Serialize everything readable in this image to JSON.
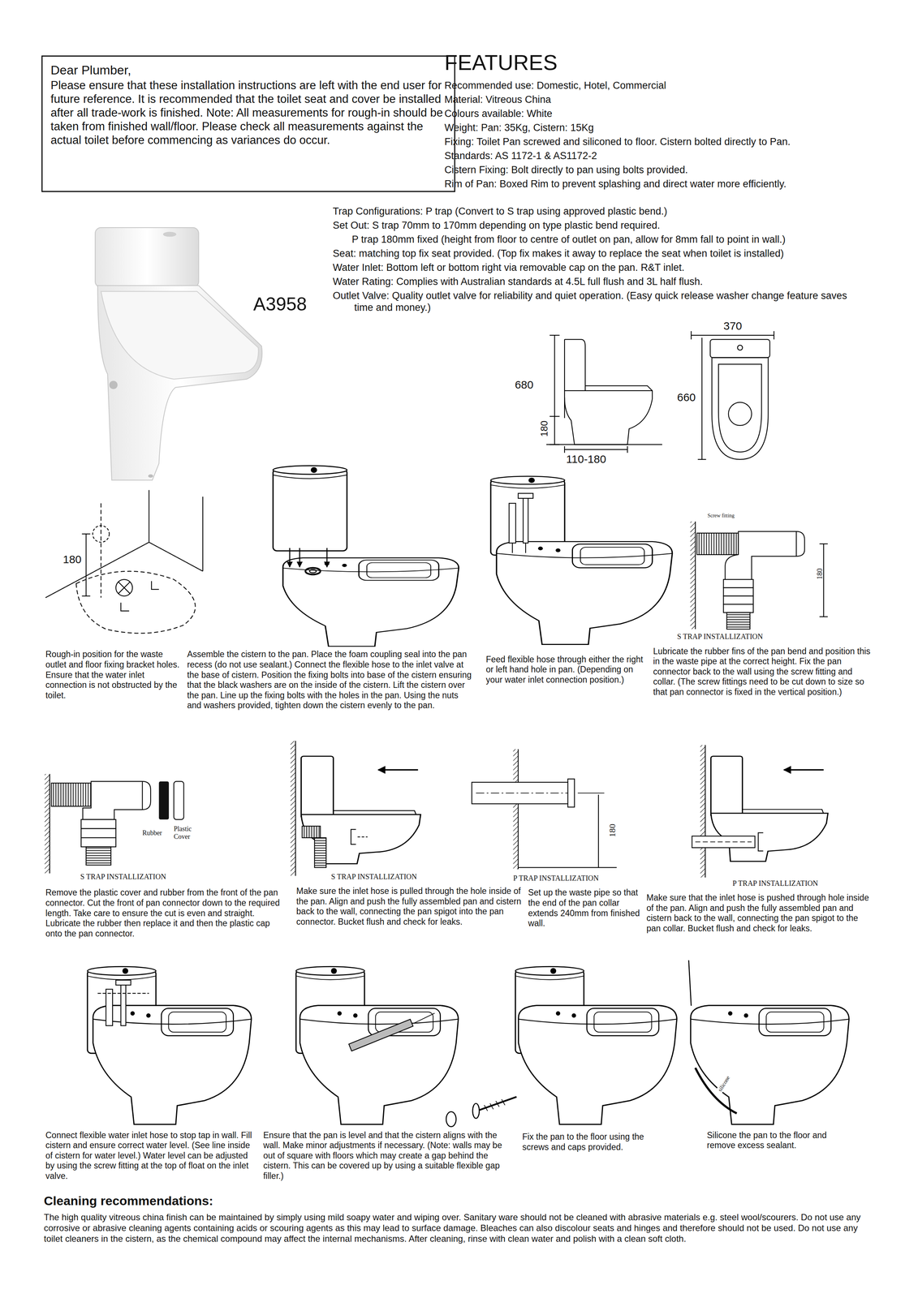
{
  "diagram": {
    "nodes": [
      {
        "text": [
          "Dear Plumber,",
          "Please ensure that these installation instructions are left with the end user for future reference. It is recommended that the toilet seat and cover be installed after all trade-work is finished. Note: All measurements for rough-in should be taken from finished wall/floor. Please check all measurements against the actual toilet before commencing as variances do occur."
        ]
      }
    ],
    "labels": [
      "FEATURES",
      "Recommended use: Domestic, Hotel, Commercial",
      "Material: Vitreous China",
      "Colours available: White",
      "Weight: Pan: 35Kg, Cistern: 15Kg",
      "Fixing: Toilet Pan screwed and siliconed to floor. Cistern bolted directly to Pan.",
      "Standards: AS 1172-1 & AS1172-2",
      "Cistern Fixing: Bolt directly to pan using bolts provided.",
      "Rim of Pan: Boxed Rim to prevent splashing and direct water more efficiently.",
      "Trap Configurations: P trap (Convert to S trap using approved plastic bend.)",
      "Set Out: S trap 70mm to 170mm depending on type plastic bend required.",
      "P trap 180mm fixed (height from floor to centre of outlet on pan, allow for 8mm fall to point in wall.)",
      "Seat: matching top fix seat provided. (Top fix makes it away to replace the seat when toilet is installed)",
      "Water Inlet: Bottom left or bottom right via removable cap on the pan. R&T inlet.",
      "Water Rating: Complies with Australian standards at 4.5L full flush and 3L half flush.",
      "Outlet Valve: Quality outlet valve for reliability and quiet operation. (Easy quick release washer change feature saves time and money.)",
      "A3958",
      "370",
      "680",
      "660",
      "180",
      "110-180",
      "180",
      "Screw fitting",
      "180",
      "S TRAP INSTALLIZATION",
      "Rough-in position for the waste outlet and floor fixing bracket holes. Ensure that the water inlet connection is not obstructed by the toilet.",
      "Assemble the cistern to the pan. Place the foam coupling seal into the pan recess (do not use sealant.) Connect the flexible hose to the inlet valve at the base of cistern. Position the fixing bolts into base of the cistern ensuring that the black washers are on the inside of the cistern. Lift the cistern over the pan. Line up the fixing bolts with the holes in the pan. Using the nuts and washers provided, tighten down the cistern evenly to the pan.",
      "Feed flexible hose through either the right or left hand hole in pan. (Depending on your water inlet connection position.)",
      "Lubricate the rubber fins of the pan bend and position this in the waste pipe at the correct height. Fix the pan connector back to the wall using the screw fitting and collar. (The screw fittings need to be cut down to size so that pan connector is fixed in the vertical position.)",
      "Rubber",
      "Plastic Cover",
      "S TRAP INSTALLIZATION",
      "S TRAP INSTALLIZATION",
      "180",
      "P TRAP INSTALLIZATION",
      "P TRAP INSTALLIZATION",
      "Remove the plastic cover and rubber from the front of the pan connector. Cut the front of pan connector down to the required length. Take care to ensure the cut is even and straight. Lubricate the rubber then replace it and then the plastic cap onto the pan connector.",
      "Make sure the inlet hose is pulled through the hole inside of the pan. Align and push the fully assembled pan and cistern back to the wall, connecting the pan spigot into the pan connector. Bucket flush and check for leaks.",
      "Set up the waste pipe so that the end of the pan collar extends 240mm from finished wall.",
      "Make sure that the inlet hose is pushed through hole inside of the pan. Align and push the fully assembled pan and cistern back to the wall, connecting the pan spigot to the pan collar. Bucket flush and check for leaks.",
      "Connect flexible water inlet hose to stop tap in wall. Fill cistern and ensure correct water level. (See line inside of cistern for water level.) Water level can be adjusted by using the screw fitting at the top of float on the inlet valve.",
      "Ensure that the pan is level and that the cistern aligns with the wall. Make minor adjustments if necessary. (Note: walls may be out of square with floors which may create a gap behind the cistern. This can be covered up by using a suitable flexible gap filler.)",
      "Fix the pan to the floor using the screws and caps provided.",
      "silicone",
      "Silicone the pan to the floor and remove excess sealant.",
      "Cleaning recommendations:",
      "The high quality vitreous china finish can be maintained by simply using mild soapy water and wiping over. Sanitary ware should not be cleaned with abrasive materials e.g. steel wool/scourers. Do not use any corrosive or abrasive cleaning agents containing acids or scouring agents as this may lead to surface damage. Bleaches can also discolour seats and hinges and therefore should not be used. Do not use any toilet cleaners in the cistern, as the chemical compound may affect the internal mechanisms. After cleaning, rinse with clean water and polish with a clean soft cloth."
    ]
  }
}
